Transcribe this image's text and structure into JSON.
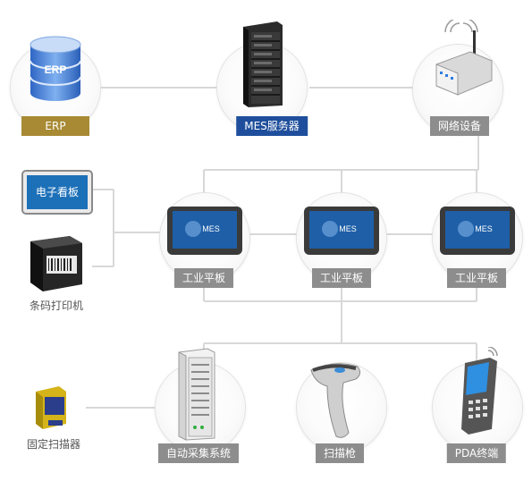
{
  "nodes": {
    "erp": "ERP",
    "erp_icon_text": "ERP",
    "mes_server": "MES服务器",
    "network": "网络设备",
    "eboard": "电子看板",
    "printer": "条码打印机",
    "tablet_1": "工业平板",
    "tablet_2": "工业平板",
    "tablet_3": "工业平板",
    "tablet_screen_text": "MES",
    "scanner_fixed": "固定扫描器",
    "auto_collect": "自动采集系统",
    "scan_gun": "扫描枪",
    "pda": "PDA终端"
  },
  "colors": {
    "connector": "#d8d8d8",
    "label_gray": "#8d8d8d",
    "label_gold": "#a88a34",
    "label_blue": "#1f4f9c",
    "screen_blue": "#1c70b8"
  },
  "icons": [
    "database-icon",
    "server-rack-icon",
    "router-icon",
    "monitor-icon",
    "barcode-printer-icon",
    "tablet-icon",
    "cabinet-icon",
    "barcode-scanner-gun-icon",
    "pda-icon",
    "fixed-scanner-icon"
  ]
}
